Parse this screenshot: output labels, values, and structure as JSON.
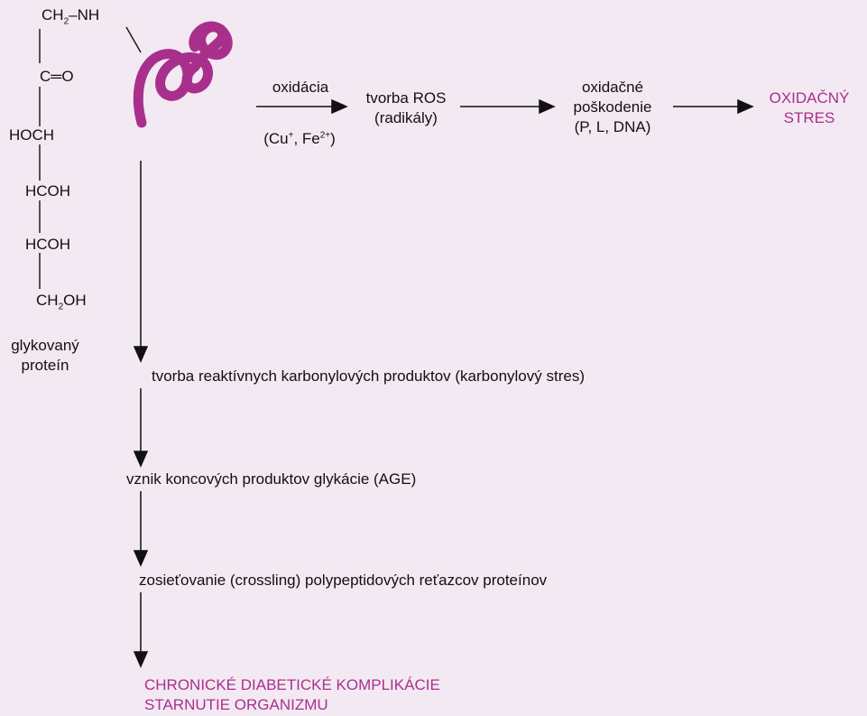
{
  "structure": {
    "ch2nh_main": "CH",
    "ch2nh_sub": "2",
    "ch2nh_end": "–NH",
    "co": "C═O",
    "hoch": "HOCH",
    "hcoh1": "HCOH",
    "hcoh2": "HCOH",
    "ch2oh_main": "CH",
    "ch2oh_sub": "2",
    "ch2oh_end": "OH",
    "caption_line1": "glykovaný",
    "caption_line2": "proteín"
  },
  "oxidation_path": {
    "label_top": "oxidácia",
    "label_bottom_prefix": "(Cu",
    "cu_sup": "+",
    "label_bottom_mid": ", Fe",
    "fe_sup": "2+",
    "label_bottom_suffix": ")",
    "ros_line1": "tvorba ROS",
    "ros_line2": "(radikály)",
    "damage_line1": "oxidačné",
    "damage_line2": "poškodenie",
    "damage_line3": "(P, L, DNA)",
    "stress_line1": "OXIDAČNÝ",
    "stress_line2": "STRES"
  },
  "main_path": {
    "step1": "tvorba reaktívnych karbonylových produktov (karbonylový stres)",
    "step2": "vznik koncových produktov glykácie (AGE)",
    "step3": "zosieťovanie (crossling) polypeptidových reťazcov proteínov",
    "final_line1": "CHRONICKÉ DIABETICKÉ KOMPLIKÁCIE",
    "final_line2": "STARNUTIE ORGANIZMU"
  },
  "colors": {
    "accent": "#a8308c",
    "background": "#f3e9f3",
    "lines": "#111111"
  }
}
